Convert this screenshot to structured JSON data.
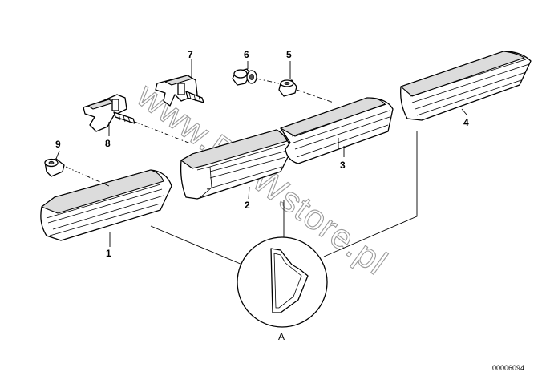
{
  "diagram": {
    "callouts": [
      "1",
      "2",
      "3",
      "4",
      "5",
      "6",
      "7",
      "8",
      "9"
    ],
    "detail_label": "A",
    "document_number": "00006094",
    "watermark": "www.BMWstore.pl"
  }
}
